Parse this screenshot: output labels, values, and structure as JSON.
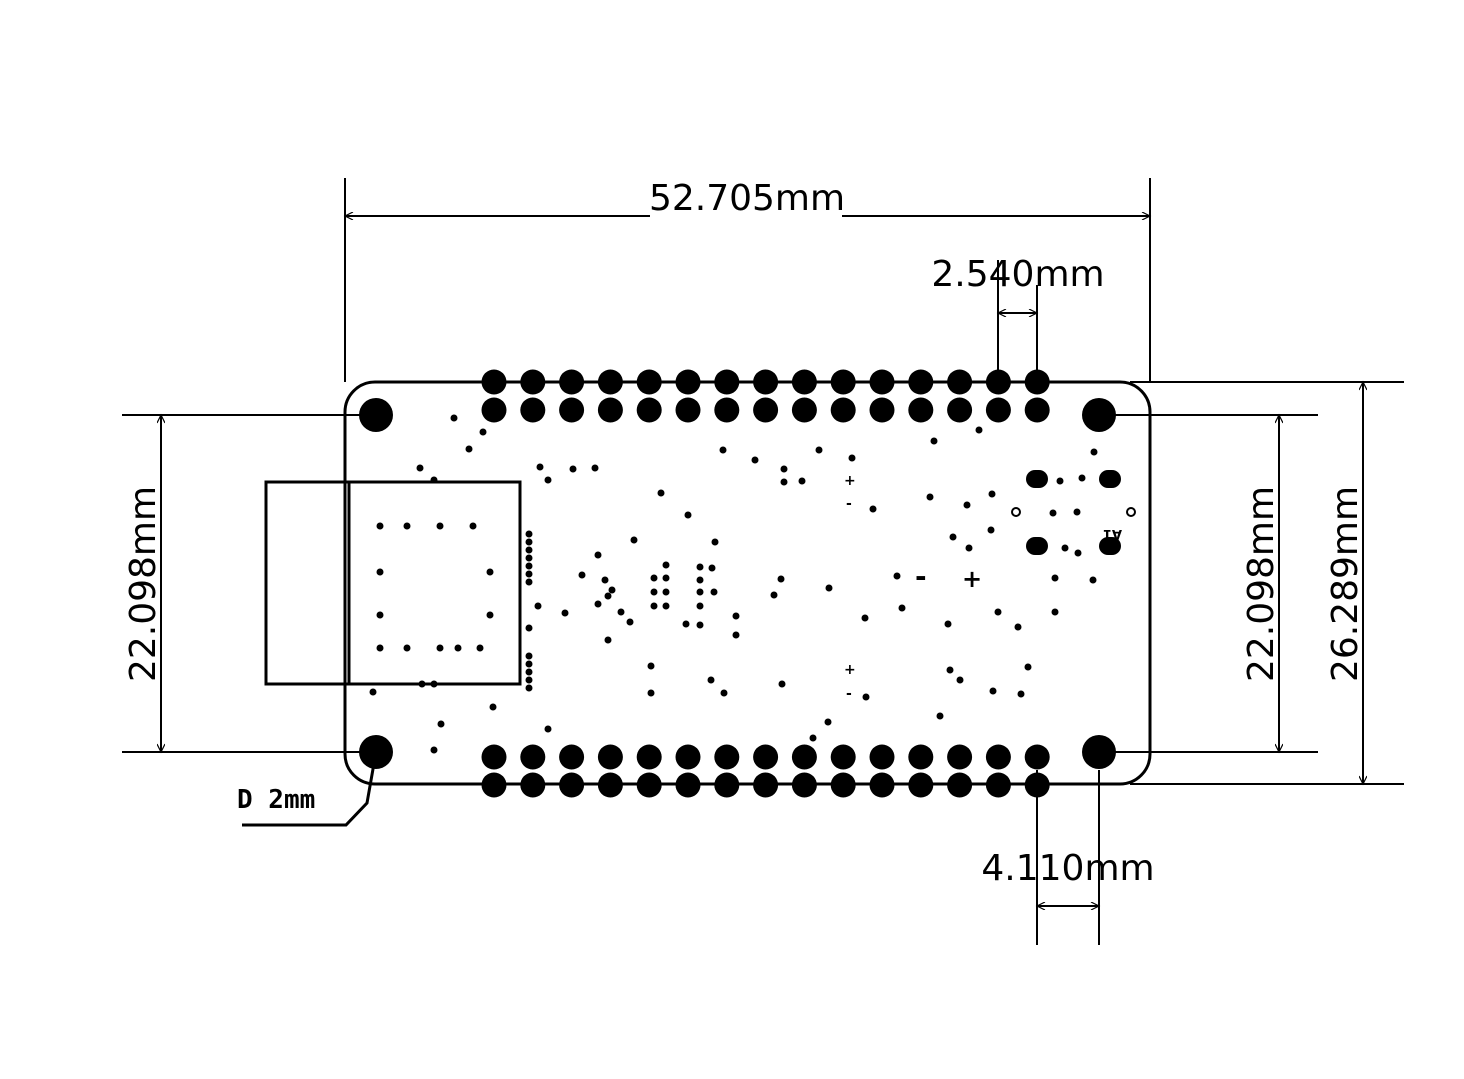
{
  "dimensions": {
    "overall_width": "52.705mm",
    "header_pitch": "2.540mm",
    "hole_offset": "4.110mm",
    "hole_spacing_left": "22.098mm",
    "hole_spacing_right": "22.098mm",
    "overall_height": "26.289mm"
  },
  "hole_label": "D 2mm",
  "silkscreen": {
    "minus": "-",
    "plus": "+",
    "small_plus_top": "+",
    "small_minus_top": "-",
    "small_plus_bottom": "+",
    "small_minus_bottom": "-",
    "a1": "A1"
  },
  "header_pins_per_row": 15,
  "colors": {
    "ink": "#000000",
    "background": "#ffffff"
  }
}
